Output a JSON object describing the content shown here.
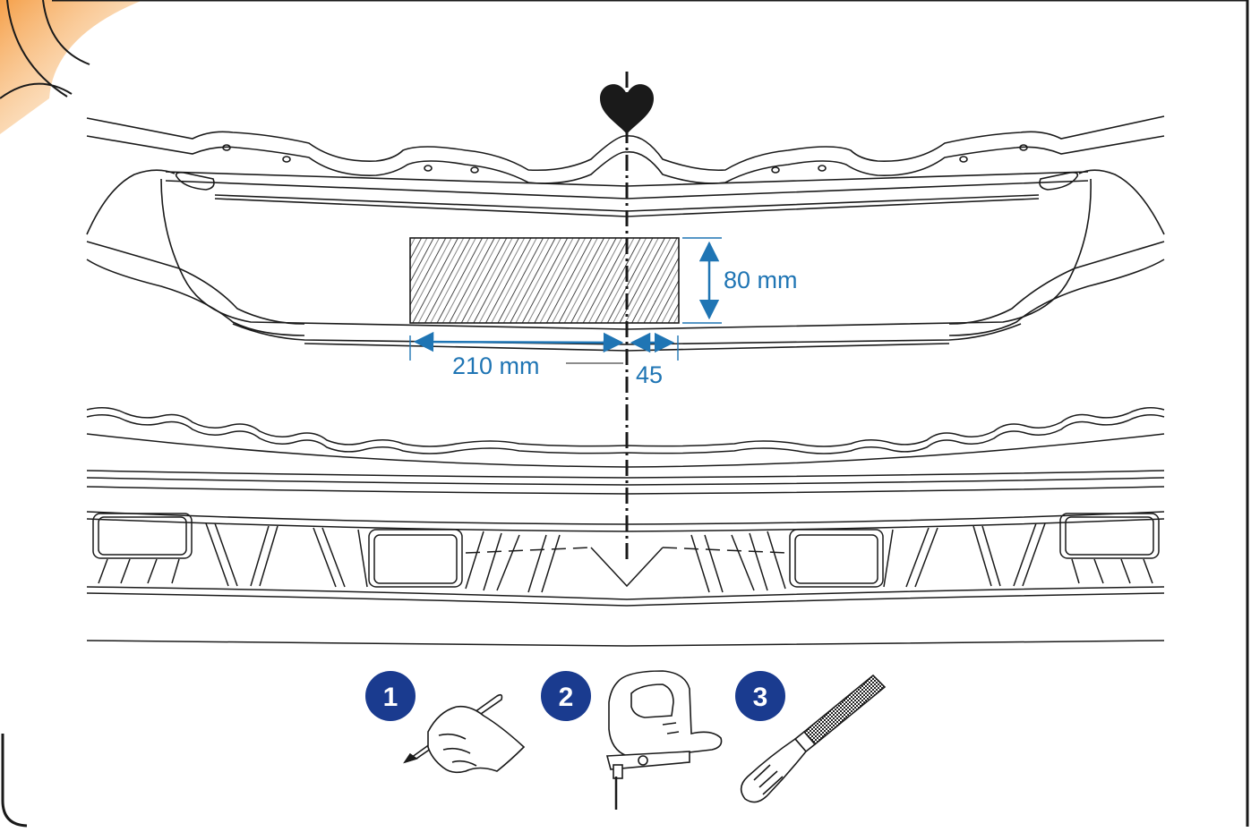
{
  "dimensions": {
    "height": "80 mm",
    "width_left": "210 mm",
    "width_right": "45"
  },
  "steps": [
    {
      "number": "1",
      "icon": "pencil-hand-icon"
    },
    {
      "number": "2",
      "icon": "jigsaw-icon"
    },
    {
      "number": "3",
      "icon": "file-rasp-icon"
    }
  ],
  "center_marker_icon": "heart-marker-icon",
  "colors": {
    "dimension": "#1f75b4",
    "badge": "#1a3b8f",
    "line": "#1a1a1a",
    "frame_gradient": "#f5a04a"
  }
}
